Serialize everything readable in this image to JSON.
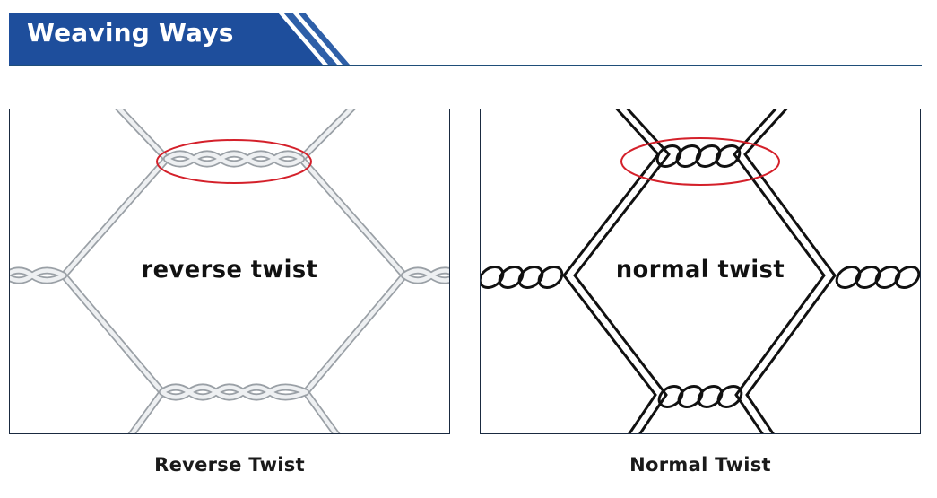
{
  "header": {
    "title": "Weaving Ways",
    "banner_color": "#1e4e9c",
    "stripe_color": "#2e5fa8",
    "rule_color": "#1f4e79"
  },
  "panels": [
    {
      "overlay_text": "reverse twist",
      "caption": "Reverse Twist",
      "wire_color": "#cfd3d8",
      "highlight_color": "#d4202a"
    },
    {
      "overlay_text": "normal twist",
      "caption": "Normal Twist",
      "wire_color": "#111111",
      "highlight_color": "#d4202a"
    }
  ]
}
